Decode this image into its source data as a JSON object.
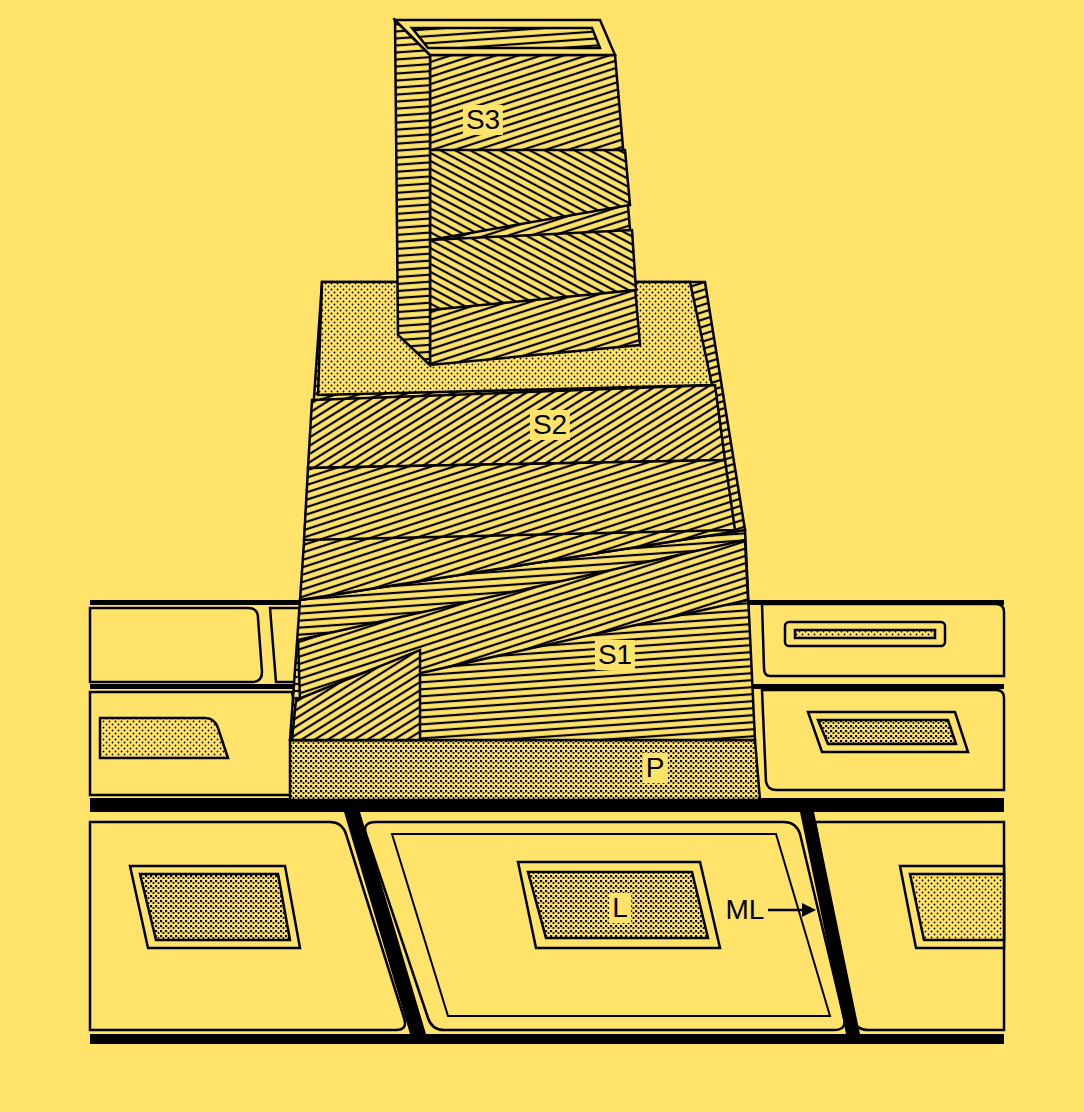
{
  "diagram": {
    "labels": [
      "S3",
      "S2",
      "S1",
      "P",
      "L",
      "ML"
    ]
  }
}
